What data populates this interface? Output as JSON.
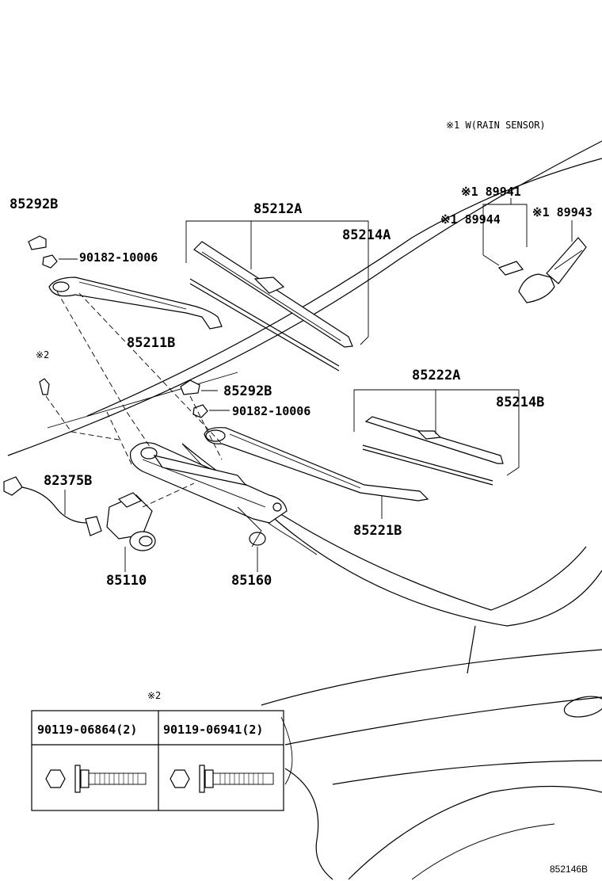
{
  "header_note": "※1 W(RAIN SENSOR)",
  "part_labels": {
    "p85292B_top": "85292B",
    "p90182_top": "90182-10006",
    "p85211B": "85211B",
    "p85212A": "85212A",
    "p85214A": "85214A",
    "p89941": "※1 89941",
    "p89944": "※1 89944",
    "p89943": "※1 89943",
    "note2": "※2",
    "p85292B_mid": "85292B",
    "p90182_mid": "90182-10006",
    "p85222A": "85222A",
    "p85214B": "85214B",
    "p82375B": "82375B",
    "p85221B": "85221B",
    "p85110": "85110",
    "p85160": "85160"
  },
  "bolt_table": {
    "note": "※2",
    "col1": "90119-06864(2)",
    "col2": "90119-06941(2)"
  },
  "diagram_code": "852146B"
}
